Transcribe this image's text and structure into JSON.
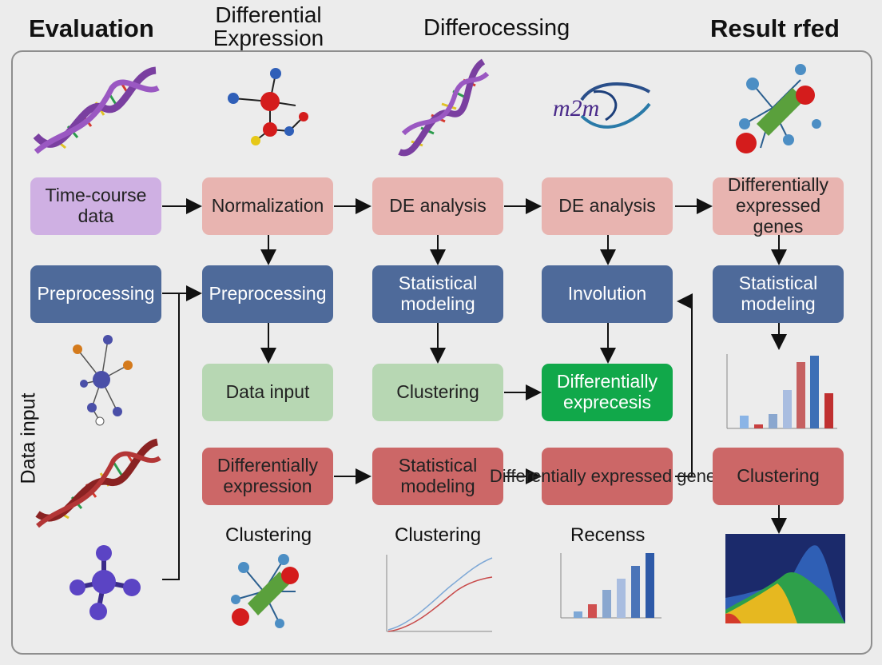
{
  "headers": {
    "h1": "Evaluation",
    "h2": "Differential\nExpression",
    "h3": "Differocessing",
    "h4": "Result rfed"
  },
  "side_label": "Data input",
  "boxes": {
    "time_course": "Time-course data",
    "normalization": "Normalization",
    "de_analysis_1": "DE analysis",
    "de_analysis_2": "DE analysis",
    "deg_top": "Differentially expressed genes",
    "preprocessing_1": "Preprocessing",
    "preprocessing_2": "Preprocessing",
    "stat_modeling_1": "Statistical modeling",
    "involution": "Involution",
    "stat_modeling_2": "Statistical modeling",
    "data_input": "Data input",
    "clustering_1": "Clustering",
    "diff_exprecesis": "Differentially exprecesis",
    "diff_expression": "Differentially expression",
    "stat_modeling_3": "Statistical modeling",
    "deg_bottom": "Differentially expressed genes",
    "clustering_2": "Clustering"
  },
  "captions": {
    "c1": "Clustering",
    "c2": "Clustering",
    "c3": "Recenss"
  },
  "colors": {
    "pink": "#e8b4b0",
    "blue": "#4e6a9a",
    "green": "#b7d7b3",
    "red": "#cc6767",
    "purple": "#cfb0e3",
    "bright_green": "#11a84a"
  },
  "icons": [
    "dna-helix-icon",
    "molecule-icon",
    "dna-helix-icon",
    "rna-icon",
    "protein-complex-icon",
    "network-icon",
    "dna-helix-icon",
    "molecule-icon"
  ]
}
